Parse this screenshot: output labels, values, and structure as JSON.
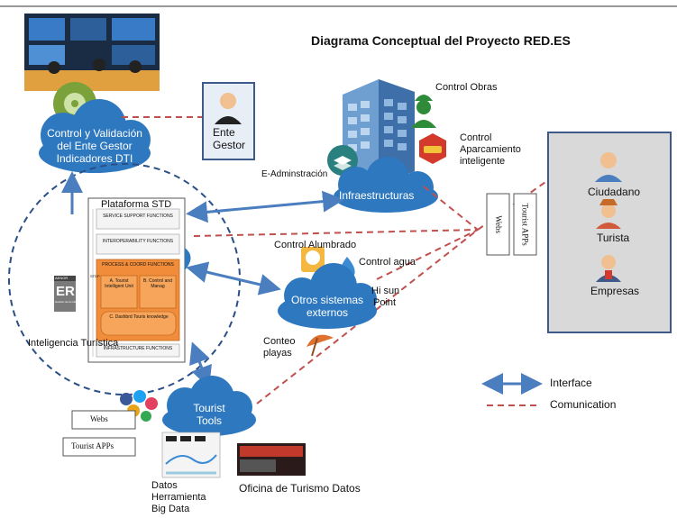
{
  "title": "Diagrama Conceptual del Proyecto RED.ES",
  "control_cloud": {
    "line1": "Control y Validación",
    "line2": "del Ente Gestor",
    "line3": "Indicadores DTI"
  },
  "ente_gestor": {
    "line1": "Ente",
    "line2": "Gestor"
  },
  "infra": {
    "control_obras": "Control Obras",
    "control_aparc_1": "Control",
    "control_aparc_2": "Aparcamiento",
    "control_aparc_3": "inteligente",
    "e_admin": "E-Adminstración",
    "cloud_label": "Infraestructuras"
  },
  "vertical_boxes": {
    "webs": "Webs",
    "tourist_apps": "Tourist APPs"
  },
  "users": {
    "ciudadano": "Ciudadano",
    "turista": "Turista",
    "empresas": "Empresas"
  },
  "platform": {
    "title": "Plataforma STD",
    "service": "SERVICE SUPPORT FUNCTIONS",
    "interop": "INTEROPERABILITY FUNCTIONS",
    "process": "PROCESS & COORD FUNCTIONS",
    "unit_a": "A. Tourist Intelligent Unit",
    "unit_b": "B. Control and Manag",
    "unit_c": "C. Dashbrd Touris knowledge",
    "infra_func": "INFRASTRUCTURE FUNCTIONS",
    "side": "STDP"
  },
  "inteligencia": "Inteligencia Turística",
  "aenor": {
    "brand": "AENOR",
    "mark": "ER",
    "sub": "Gestión de la Calidad"
  },
  "otros": {
    "control_alumbrado": "Control Alumbrado",
    "control_agua": "Control agua",
    "hi_sun_1": "Hi sun",
    "hi_sun_2": "Point",
    "conteo_1": "Conteo",
    "conteo_2": "playas",
    "cloud_1": "Otros sistemas",
    "cloud_2": "externos"
  },
  "tourist_tools": {
    "line1": "Tourist",
    "line2": "Tools"
  },
  "bottom": {
    "webs": "Webs",
    "tourist_apps": "Tourist APPs",
    "datos_1": "Datos",
    "datos_2": "Herramienta",
    "datos_3": "Big Data",
    "oficina": "Oficina de Turismo Datos"
  },
  "legend": {
    "interface": "Interface",
    "comunication": "Comunication"
  },
  "colors": {
    "cloud": "#2e78bf",
    "arrow": "#4a7ebf",
    "dashed": "#c0504d",
    "users_box": "#d9d9d9",
    "users_border": "#3d5a8a"
  }
}
